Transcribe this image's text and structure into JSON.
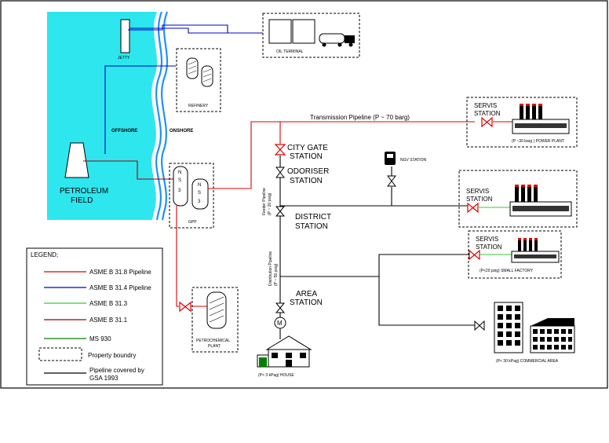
{
  "colors": {
    "sea": "#2EE6EE",
    "asme_318": "#E00000",
    "asme_314": "#0000C8",
    "asme_313": "#33CC33",
    "asme_311": "#990000",
    "ms930": "#008000",
    "covered": "#000000"
  },
  "labels": {
    "jetty": "JETTY",
    "oil_terminal": "OIL TERMINAL",
    "refinery": "REFINERY",
    "offshore": "OFFSHORE",
    "onshore": "ONSHORE",
    "petroleum_field_1": "PETROLEUM",
    "petroleum_field_2": "FIELD",
    "gpp": "GPP",
    "petrochemical_1": "PETROCHEMICAL",
    "petrochemical_2": "PLANT",
    "transmission": "Transmission Pipeline (P ~ 70 barg)",
    "city_gate_1": "CITY GATE",
    "city_gate_2": "STATION",
    "odoriser_1": "ODORISER",
    "odoriser_2": "STATION",
    "district_1": "DISTRICT",
    "district_2": "STATION",
    "area_1": "AREA",
    "area_2": "STATION",
    "ngv": "NGV STATION",
    "servis_1": "SERVIS",
    "station": "STATION",
    "power_plant": "(P ~30 barg ) POWER PLANT",
    "small_factory": "(P<20 psig) SMALL  FACTORY",
    "commercial": "(P< 30 kPag) COMMERCIAL AREA",
    "house": "(P< 3 kPag) HOUSE",
    "feeder_1": "Feeder Pipeline",
    "feeder_2": "(P ~ 20 psig)",
    "distribution_1": "Distribution Pipeline",
    "distribution_2": "(P ~ 55 psig)",
    "meter": "M",
    "tank_n": "N",
    "tank_s": "S",
    "tank_3": "3"
  },
  "legend": {
    "title": "LEGEND;",
    "items": [
      {
        "label": "ASME B 31.8 Pipeline",
        "color": "#E00000",
        "style": "solid"
      },
      {
        "label": "ASME B 31.4 Pipeline",
        "color": "#0000C8",
        "style": "solid"
      },
      {
        "label": "ASME B 31.3",
        "color": "#33CC33",
        "style": "solid"
      },
      {
        "label": "ASME B 31.1",
        "color": "#990000",
        "style": "solid"
      },
      {
        "label": "MS 930",
        "color": "#008000",
        "style": "solid"
      },
      {
        "label": "Property boundry",
        "color": "#000000",
        "style": "dashed"
      },
      {
        "label": "Pipeline covered by",
        "label2": "GSA 1993",
        "color": "#000000",
        "style": "solid"
      }
    ]
  }
}
